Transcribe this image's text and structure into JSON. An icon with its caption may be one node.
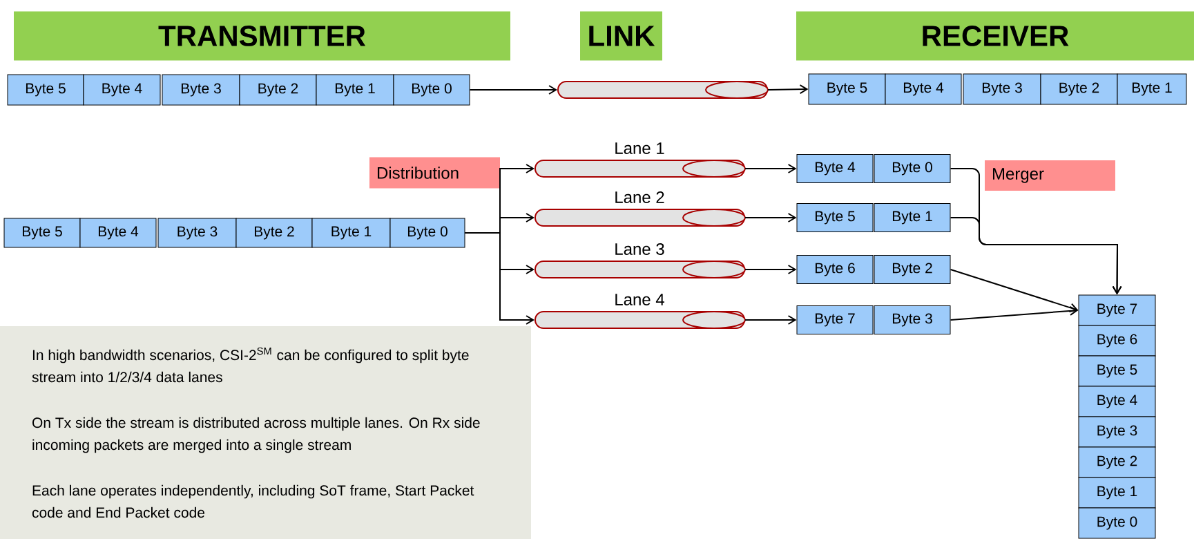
{
  "diagram": {
    "nodes": [
      {
        "text": [
          "TRANSMITTER"
        ]
      },
      {
        "text": [
          "LINK"
        ]
      },
      {
        "text": [
          "RECEIVER"
        ]
      },
      {
        "text": [
          "Byte 5"
        ]
      },
      {
        "text": [
          "Byte 4"
        ]
      },
      {
        "text": [
          "Byte 3"
        ]
      },
      {
        "text": [
          "Byte 2"
        ]
      },
      {
        "text": [
          "Byte 1"
        ]
      },
      {
        "text": [
          "Byte 0"
        ]
      },
      {
        "text": [],
        "shape": "cylinder"
      },
      {
        "text": [
          "Byte 5"
        ]
      },
      {
        "text": [
          "Byte 4"
        ]
      },
      {
        "text": [
          "Byte 3"
        ]
      },
      {
        "text": [
          "Byte 2"
        ]
      },
      {
        "text": [
          "Byte 1"
        ]
      },
      {
        "text": [
          "Distribution"
        ]
      },
      {
        "text": [
          "Byte 5"
        ]
      },
      {
        "text": [
          "Byte 4"
        ]
      },
      {
        "text": [
          "Byte 3"
        ]
      },
      {
        "text": [
          "Byte 2"
        ]
      },
      {
        "text": [
          "Byte 1"
        ]
      },
      {
        "text": [
          "Byte 0"
        ]
      },
      {
        "text": [],
        "shape": "cylinder",
        "beside": [
          "Lane 1"
        ]
      },
      {
        "text": [],
        "shape": "cylinder",
        "beside": [
          "Lane 2"
        ]
      },
      {
        "text": [],
        "shape": "cylinder",
        "beside": [
          "Lane 3"
        ]
      },
      {
        "text": [],
        "shape": "cylinder",
        "beside": [
          "Lane 4"
        ]
      },
      {
        "text": [
          "Byte 4"
        ]
      },
      {
        "text": [
          "Byte 0"
        ]
      },
      {
        "text": [
          "Byte 5"
        ]
      },
      {
        "text": [
          "Byte 1"
        ]
      },
      {
        "text": [
          "Byte 6"
        ]
      },
      {
        "text": [
          "Byte 2"
        ]
      },
      {
        "text": [
          "Byte 7"
        ]
      },
      {
        "text": [
          "Byte 3"
        ]
      },
      {
        "text": [
          "Merger"
        ]
      },
      {
        "text": [
          "Byte 7"
        ]
      },
      {
        "text": [
          "Byte 6"
        ]
      },
      {
        "text": [
          "Byte 5"
        ]
      },
      {
        "text": [
          "Byte 4"
        ]
      },
      {
        "text": [
          "Byte 3"
        ]
      },
      {
        "text": [
          "Byte 2"
        ]
      },
      {
        "text": [
          "Byte 1"
        ]
      },
      {
        "text": [
          "Byte 0"
        ]
      },
      {
        "text": [
          "In high bandwidth scenarios, CSI-2$^{SM}$ can be configured to split byte stream into 1/2/3/4 data lanes",
          "On Tx side the stream is distributed across multiple lanes. On Rx side incoming packets are merged into a single stream",
          "Each lane operates independently, including SoT frame, Start Packet code and End Packet code"
        ]
      }
    ],
    "edges": [
      {
        "from": 8,
        "to": 9,
        "arrow": "to"
      },
      {
        "from": 9,
        "to": 10,
        "arrow": "to"
      },
      {
        "from": 21,
        "to": 22,
        "arrow": "to"
      },
      {
        "from": 21,
        "to": 23,
        "arrow": "to"
      },
      {
        "from": 21,
        "to": 24,
        "arrow": "to"
      },
      {
        "from": 21,
        "to": 25,
        "arrow": "to"
      },
      {
        "from": 22,
        "to": 26,
        "arrow": "to"
      },
      {
        "from": 23,
        "to": 28,
        "arrow": "to"
      },
      {
        "from": 24,
        "to": 30,
        "arrow": "to"
      },
      {
        "from": 25,
        "to": 32,
        "arrow": "to"
      },
      {
        "from": 27,
        "to": 35,
        "arrow": "to"
      },
      {
        "from": 29,
        "to": 35,
        "arrow": "to"
      },
      {
        "from": 31,
        "to": 35,
        "arrow": "to"
      },
      {
        "from": 33,
        "to": 35,
        "arrow": "to"
      }
    ]
  }
}
